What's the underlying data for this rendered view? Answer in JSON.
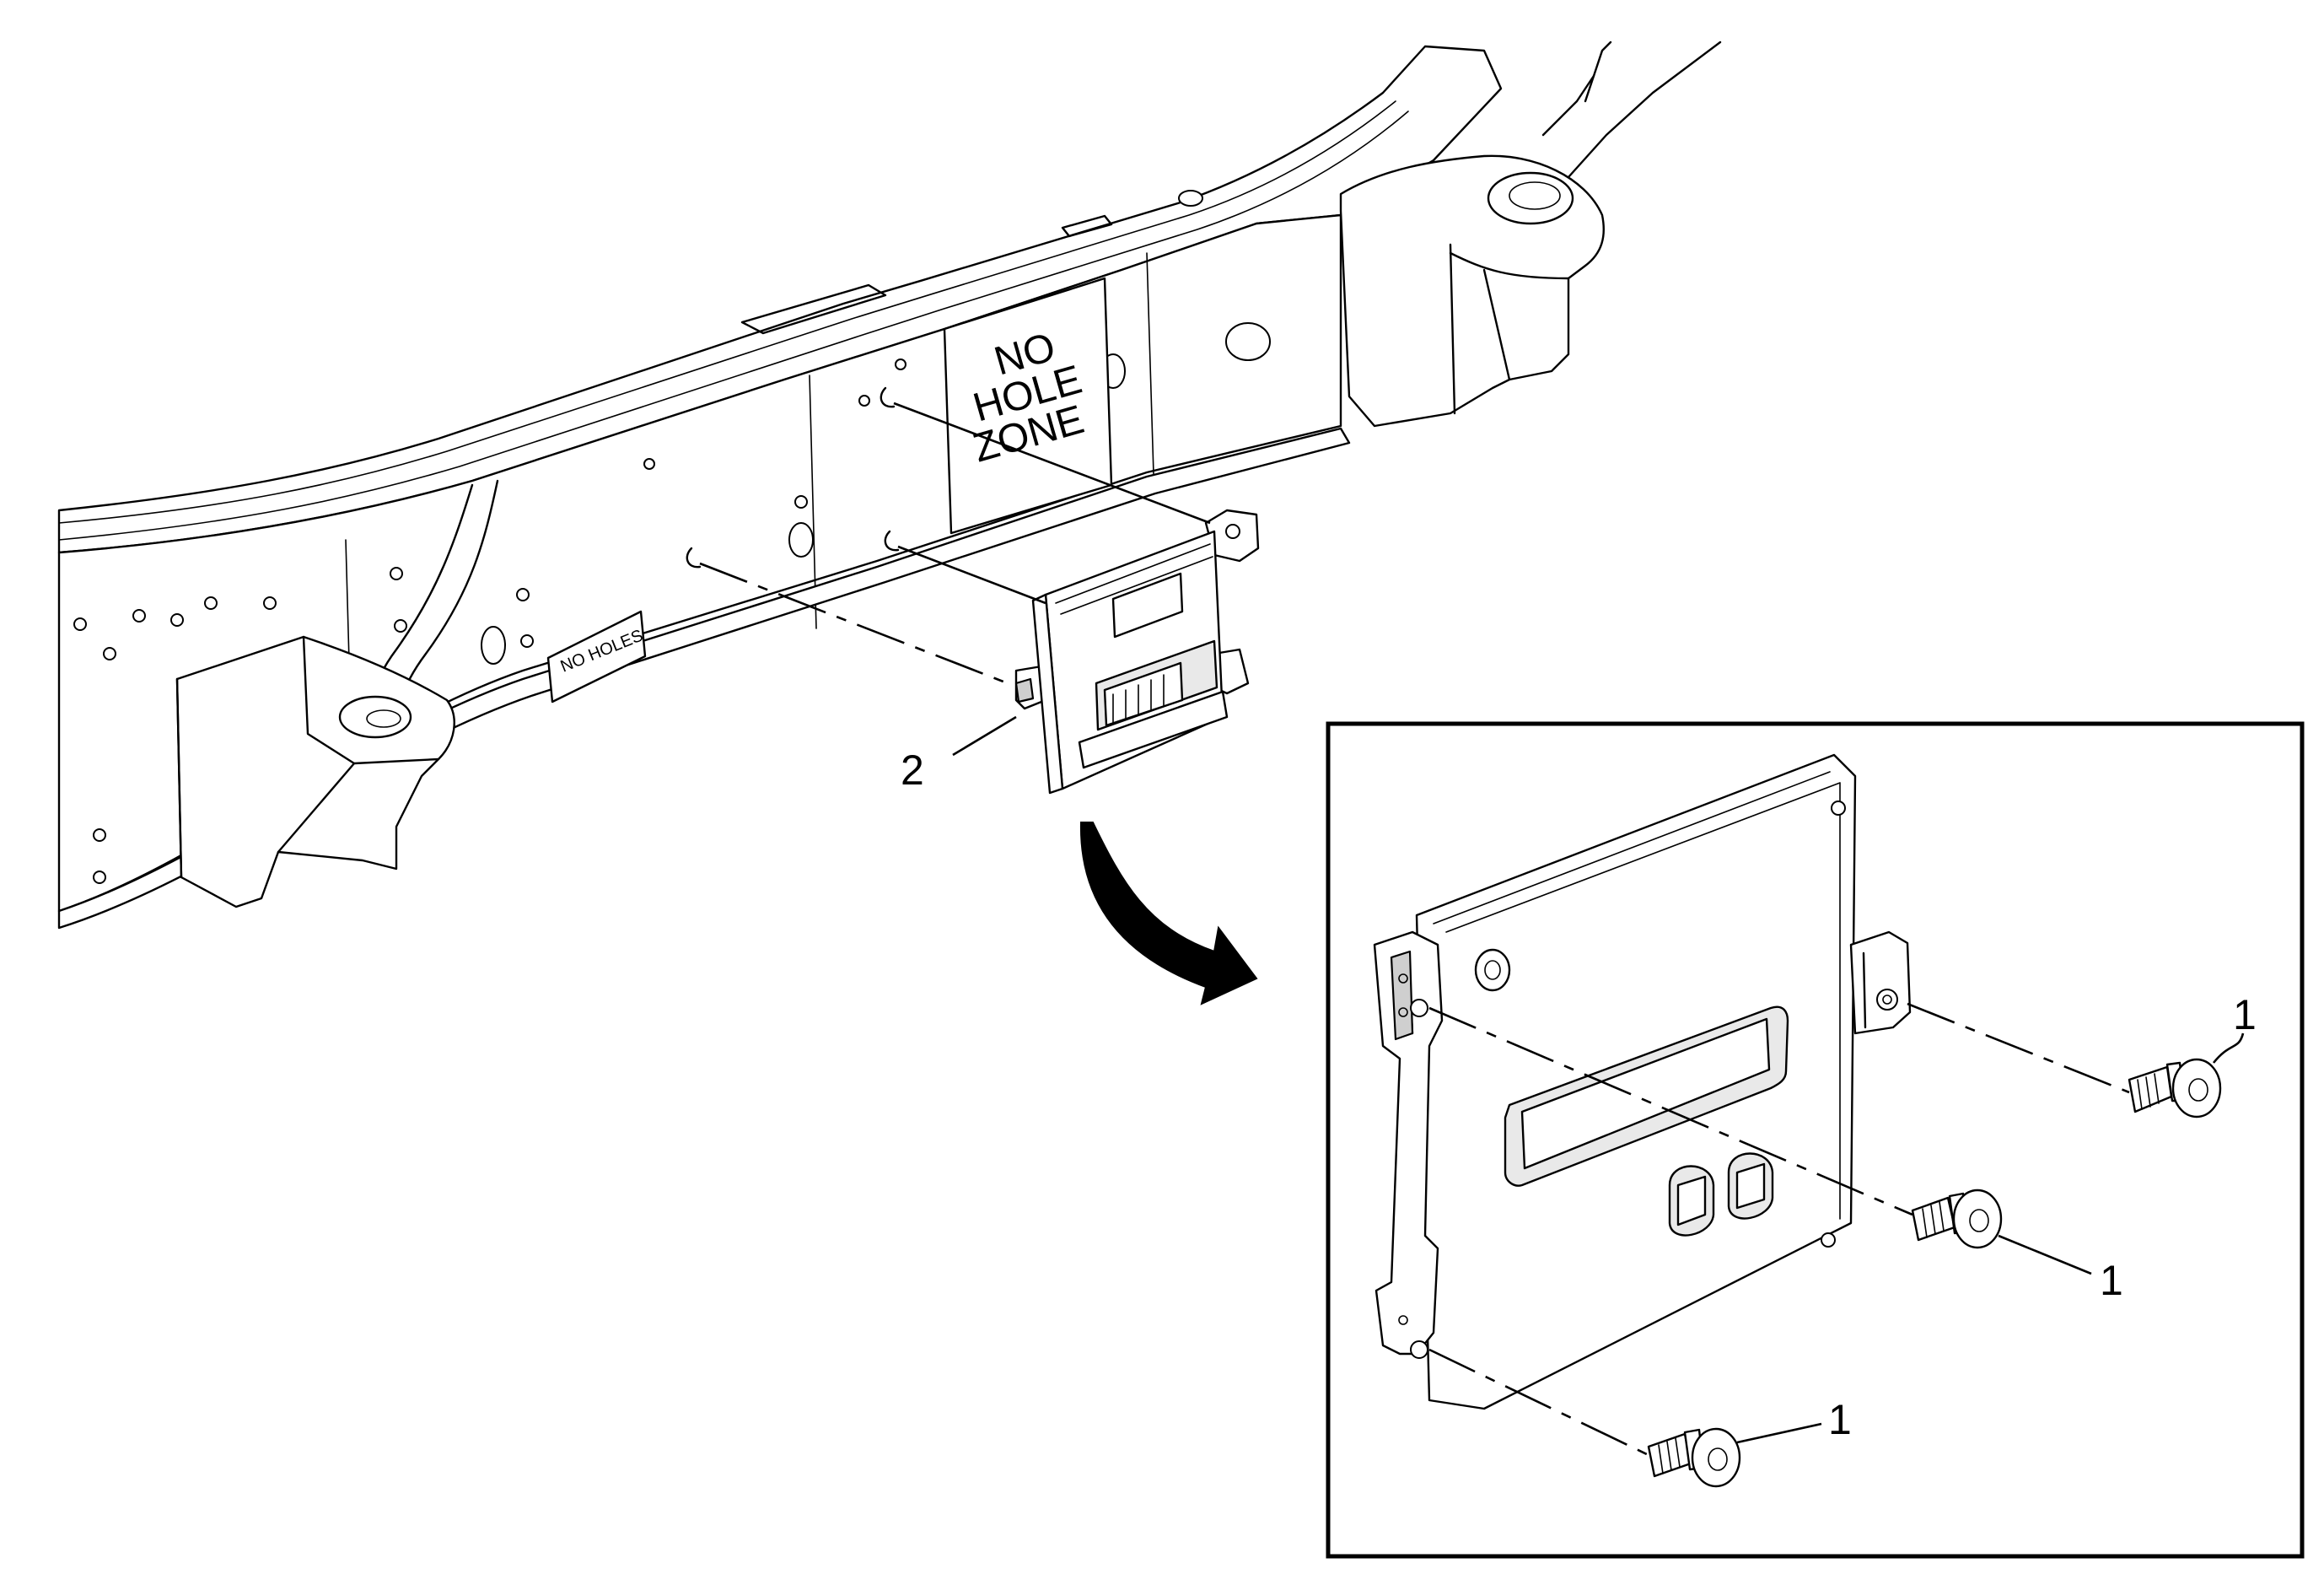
{
  "diagram": {
    "callouts": {
      "module": "2",
      "bolt_upper_right": "1",
      "bolt_middle": "1",
      "bolt_lower": "1"
    },
    "frame_labels": {
      "no_hole_zone_line1": "NO",
      "no_hole_zone_line2": "HOLE",
      "no_hole_zone_line3": "ZONE",
      "no_holes": "NO HOLES"
    }
  }
}
